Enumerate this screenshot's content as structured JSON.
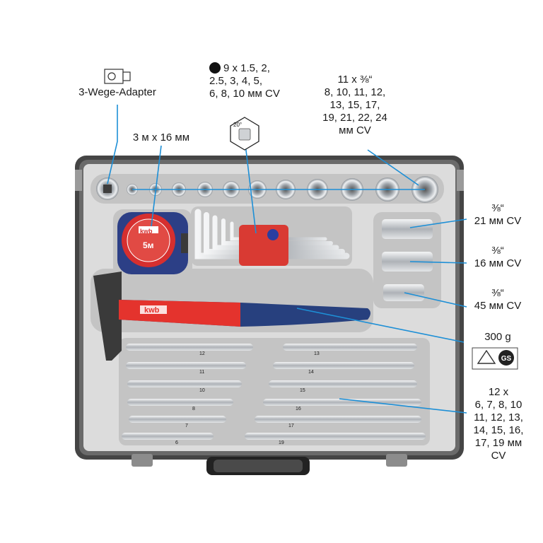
{
  "labels": {
    "adapter": "3-Wege-Adapter",
    "tape": "3 м x 16 мм",
    "hex_keys": [
      "9 x 1.5, 2,",
      "2.5, 3, 4, 5,",
      "6, 8, 10 мм CV"
    ],
    "hex_angle": "20°",
    "sockets": [
      "11 x ⅜“",
      "8, 10, 11, 12,",
      "13, 15, 17,",
      "19, 21, 22, 24",
      "мм CV"
    ],
    "socket_21": [
      "⅜“",
      "21 мм CV"
    ],
    "socket_16": [
      "⅜“",
      "16 мм CV"
    ],
    "socket_45": [
      "⅜“",
      "45 мм CV"
    ],
    "hammer": "300 g",
    "wrenches": [
      "12 x",
      "6, 7, 8, 10",
      "11, 12, 13,",
      "14, 15, 16,",
      "17, 19 мм",
      "CV"
    ]
  },
  "tool_markings": {
    "brand": "kwb",
    "tape_size": "5м",
    "wrench_sizes_left": [
      "12",
      "11",
      "10",
      "8",
      "7",
      "6"
    ],
    "wrench_sizes_right": [
      "13",
      "14",
      "15",
      "16",
      "17",
      "19"
    ]
  },
  "colors": {
    "case_frame": "#3a3a3a",
    "foam": "#d9d9d9",
    "foam_shadow": "#bdbdbd",
    "callout_line": "#1d8fd6",
    "tape_red": "#d62f2f",
    "tape_blue": "#2c3f86",
    "hammer_red": "#e4332d",
    "hammer_blue": "#27407e",
    "hex_rack_red": "#d93a33",
    "chrome": "#c9ccd0"
  }
}
